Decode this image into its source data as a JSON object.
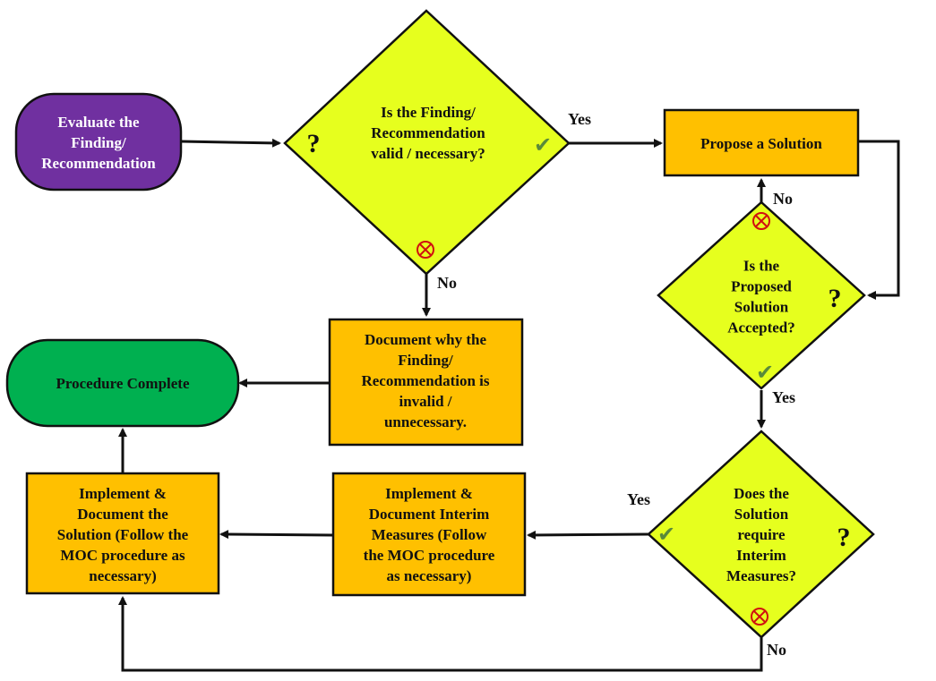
{
  "colors": {
    "start_terminal": "#7030A0",
    "end_terminal": "#00B050",
    "process_box": "#FFC000",
    "decision": "#E6FF1E",
    "border": "#111111",
    "cross_icon": "#D01010",
    "check_icon": "#5A8A3A"
  },
  "nodes": {
    "evaluate": {
      "lines": [
        "Evaluate the",
        "Finding/",
        "Recommendation"
      ]
    },
    "valid_decision": {
      "lines": [
        "Is the Finding/",
        "Recommendation",
        "valid / necessary?"
      ]
    },
    "propose": {
      "lines": [
        "Propose a Solution"
      ]
    },
    "accepted_decision": {
      "lines": [
        "Is the",
        "Proposed",
        "Solution",
        "Accepted?"
      ]
    },
    "document_invalid": {
      "lines": [
        "Document why the",
        "Finding/",
        "Recommendation is",
        "invalid /",
        "unnecessary."
      ]
    },
    "complete": {
      "lines": [
        "Procedure Complete"
      ]
    },
    "interim_decision": {
      "lines": [
        "Does the",
        "Solution",
        "require",
        "Interim",
        "Measures?"
      ]
    },
    "implement_interim": {
      "lines": [
        "Implement &",
        "Document Interim",
        "Measures (Follow",
        "the MOC procedure",
        "as necessary)"
      ]
    },
    "implement_solution": {
      "lines": [
        "Implement &",
        "Document the",
        "Solution (Follow the",
        "MOC procedure as",
        "necessary)"
      ]
    }
  },
  "edge_labels": {
    "valid_yes": "Yes",
    "valid_no": "No",
    "accepted_no": "No",
    "accepted_yes": "Yes",
    "interim_yes": "Yes",
    "interim_no": "No"
  },
  "decision_marks": {
    "question": "?",
    "check": "✔"
  },
  "icons": {
    "question_mark": "question-mark-icon",
    "check_mark": "check-mark-icon",
    "cross_circle": "cross-circle-icon"
  }
}
